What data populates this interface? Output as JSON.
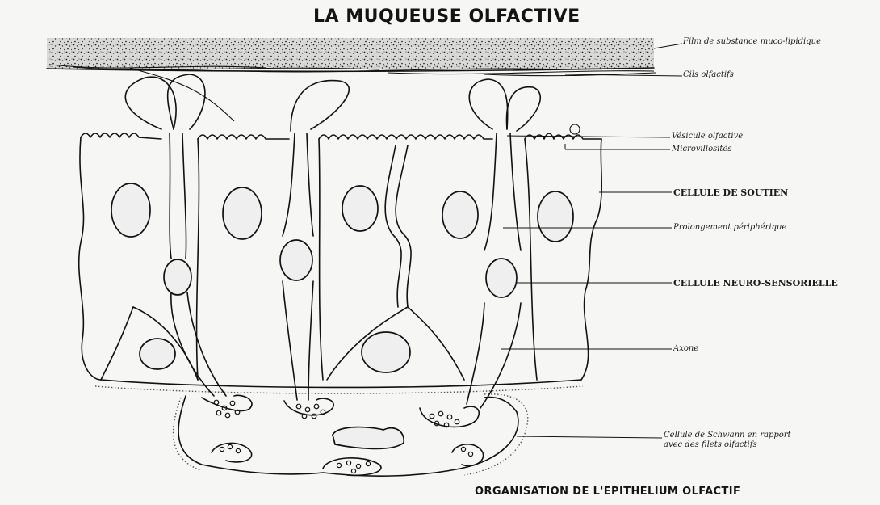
{
  "title": "LA MUQUEUSE OLFACTIVE",
  "footer": "ORGANISATION DE L'EPITHELIUM OLFACTIF",
  "labels": {
    "film": "Film de substance muco-lipidique",
    "cils": "Cils olfactifs",
    "vesicule": "Vésicule olfactive",
    "microvillosites": "Microvillosités",
    "cellule_soutien": "CELLULE DE SOUTIEN",
    "prolongement": "Prolongement périphérique",
    "neuro": "CELLULE NEURO-SENSORIELLE",
    "axone": "Axone",
    "schwann_1": "Cellule de Schwann en rapport",
    "schwann_2": "avec des filets olfactifs"
  }
}
